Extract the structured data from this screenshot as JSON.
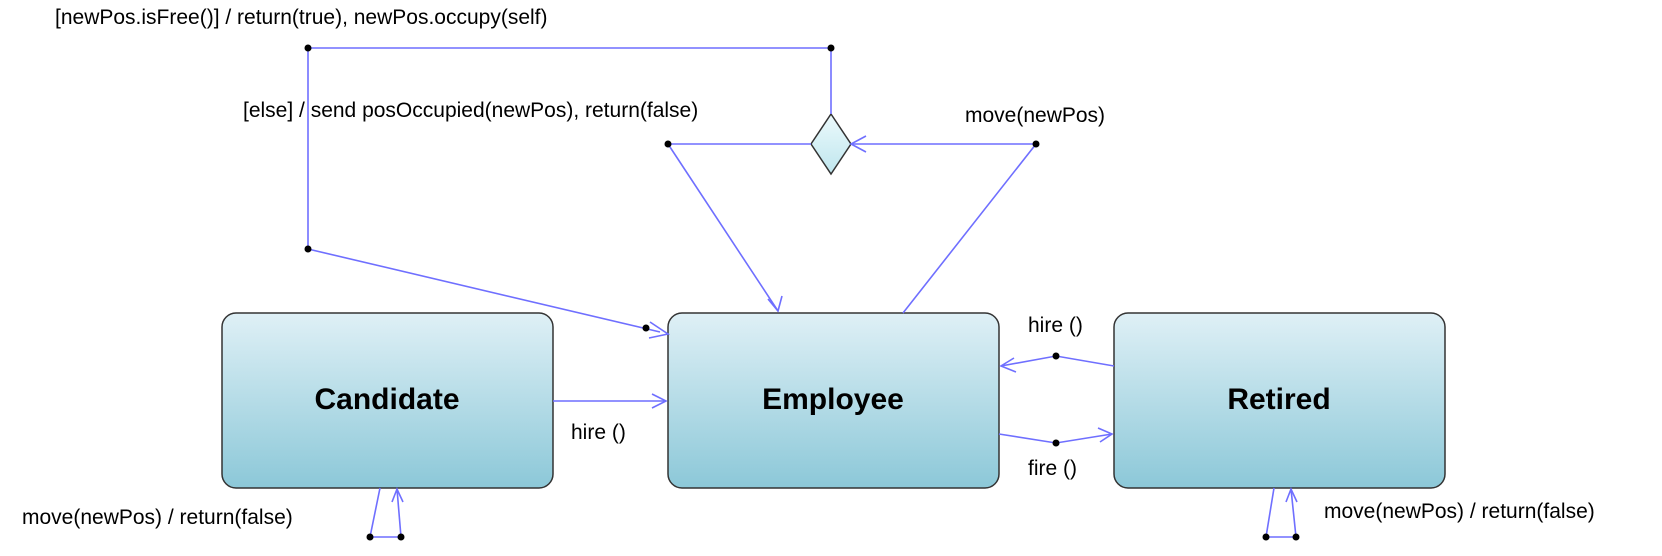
{
  "diagram": {
    "states": [
      {
        "id": "candidate",
        "name": "Candidate"
      },
      {
        "id": "employee",
        "name": "Employee"
      },
      {
        "id": "retired",
        "name": "Retired"
      }
    ],
    "transitions": {
      "choice_true": "[newPos.isFree()] / return(true), newPos.occupy(self)",
      "choice_else": "[else] / send posOccupied(newPos), return(false)",
      "employee_move": "move(newPos)",
      "candidate_hire": "hire ()",
      "retired_hire": "hire ()",
      "employee_fire": "fire ()",
      "candidate_self": "move(newPos) / return(false)",
      "retired_self": "move(newPos) / return(false)"
    },
    "colors": {
      "edge": "#6f6fff",
      "state_top": "#dff0f6",
      "state_bottom": "#8cc8d8",
      "choice_fill": "#dff5f8"
    }
  }
}
